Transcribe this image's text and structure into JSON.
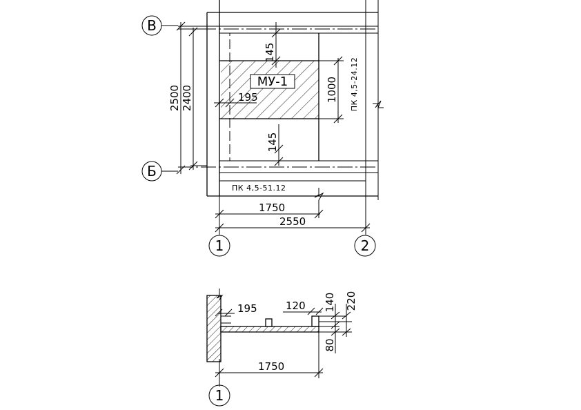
{
  "plan": {
    "axes": {
      "top_letter": "В",
      "bottom_letter": "Б",
      "left_number": "1",
      "right_number": "2"
    },
    "element_mark": "МУ-1",
    "dims": {
      "overall_vertical": "2500",
      "inner_vertical": "2400",
      "top_gap": "145",
      "bottom_gap": "145",
      "opening_height": "1000",
      "wall_offset": "195",
      "width_short": "1750",
      "width_total": "2550"
    },
    "slab_right": "ПК 4,5-24.12",
    "slab_bottom": "ПК 4,5-51.12"
  },
  "section": {
    "axis_number": "1",
    "dims": {
      "wall_offset": "195",
      "rib": "120",
      "h_140": "140",
      "h_220": "220",
      "h_80": "80",
      "length": "1750"
    }
  }
}
